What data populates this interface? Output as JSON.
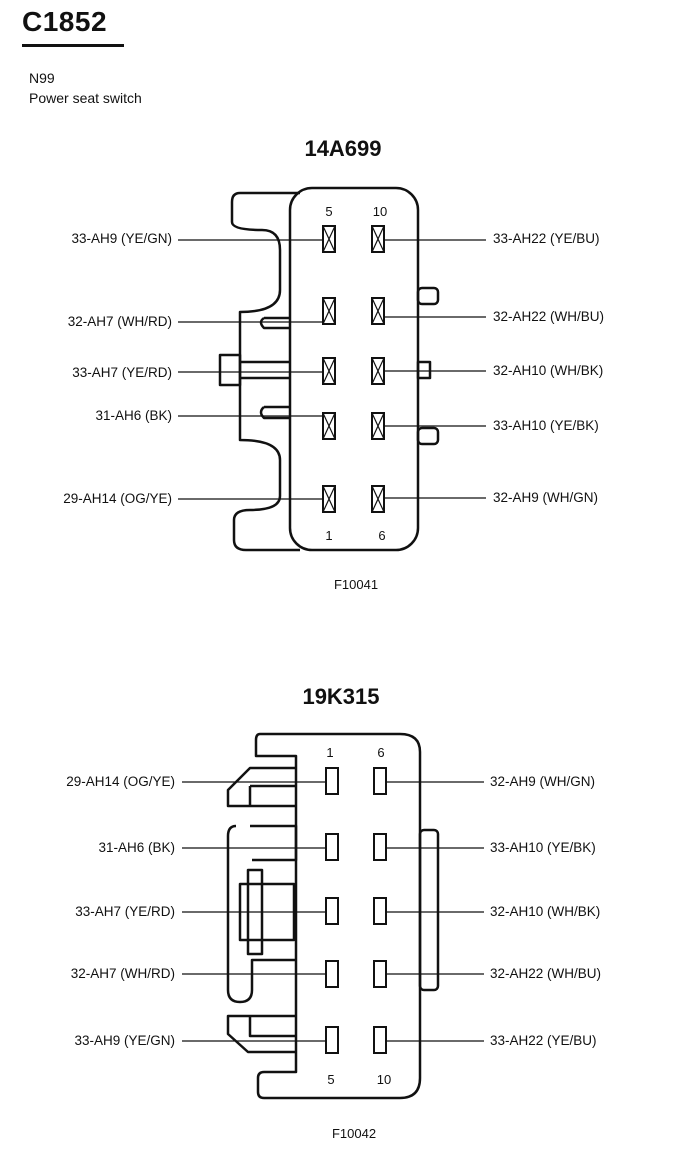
{
  "header": {
    "title": "C1852",
    "line1": "N99",
    "line2": "Power seat switch"
  },
  "connector_top": {
    "part_number": "14A699",
    "figure_id": "F10041",
    "top_pin_numbers": [
      "5",
      "10"
    ],
    "bottom_pin_numbers": [
      "1",
      "6"
    ],
    "left_wires": [
      "33-AH9 (YE/GN)",
      "32-AH7 (WH/RD)",
      "33-AH7 (YE/RD)",
      "31-AH6 (BK)",
      "29-AH14 (OG/YE)"
    ],
    "right_wires": [
      "33-AH22 (YE/BU)",
      "32-AH22 (WH/BU)",
      "32-AH10 (WH/BK)",
      "33-AH10 (YE/BK)",
      "32-AH9 (WH/GN)"
    ]
  },
  "connector_bottom": {
    "part_number": "19K315",
    "figure_id": "F10042",
    "top_pin_numbers": [
      "1",
      "6"
    ],
    "bottom_pin_numbers": [
      "5",
      "10"
    ],
    "left_wires": [
      "29-AH14 (OG/YE)",
      "31-AH6 (BK)",
      "33-AH7 (YE/RD)",
      "32-AH7 (WH/RD)",
      "33-AH9 (YE/GN)"
    ],
    "right_wires": [
      "32-AH9 (WH/GN)",
      "33-AH10 (YE/BK)",
      "32-AH10 (WH/BK)",
      "32-AH22 (WH/BU)",
      "33-AH22 (YE/BU)"
    ]
  }
}
